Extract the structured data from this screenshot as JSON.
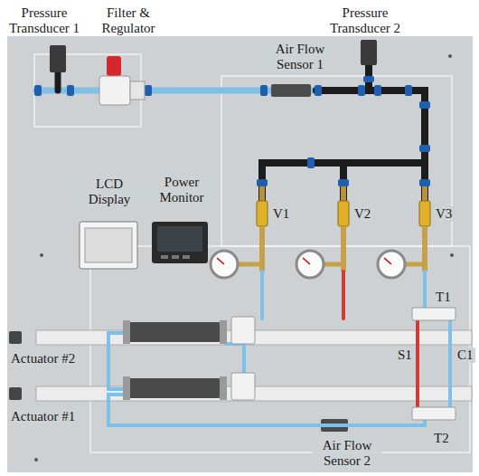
{
  "diagram": {
    "labels": [
      "Pressure Transducer 1",
      "Filter & Regulator",
      "Pressure Transducer 2",
      "Air Flow Sensor 1",
      "LCD Display",
      "Power Monitor",
      "V1",
      "V2",
      "V3",
      "T1",
      "S1",
      "C1",
      "Actuator #2",
      "Actuator #1",
      "T2",
      "Air Flow Sensor 2"
    ]
  }
}
